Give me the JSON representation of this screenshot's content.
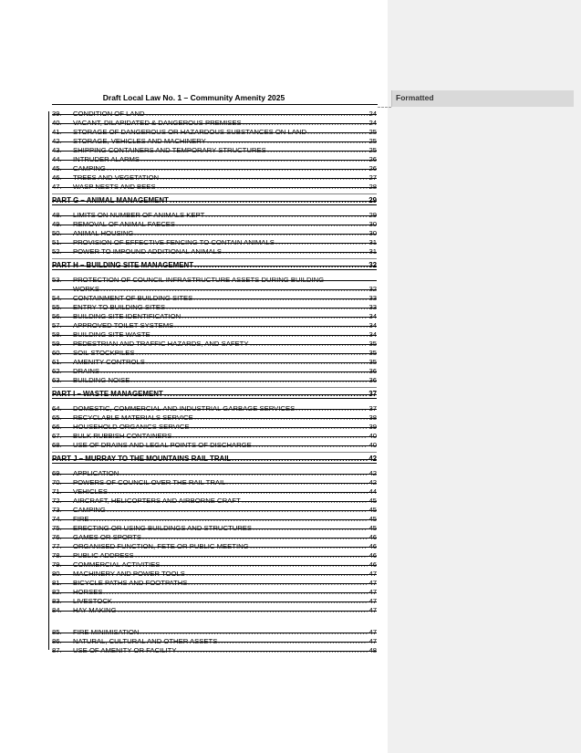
{
  "header": {
    "title": "Draft Local Law No. 1 – Community Amenity 2025"
  },
  "comment": {
    "label": "Formatted"
  },
  "toc": [
    {
      "num": "39.",
      "title": "CONDITION OF LAND",
      "page": "24"
    },
    {
      "num": "40.",
      "title": "VACANT, DILAPIDATED & DANGEROUS PREMISES",
      "page": "24"
    },
    {
      "num": "41.",
      "title": "STORAGE OF DANGEROUS OR HAZARDOUS SUBSTANCES ON LAND",
      "page": "25"
    },
    {
      "num": "42.",
      "title": "STORAGE, VEHICLES AND MACHINERY",
      "page": "25"
    },
    {
      "num": "43.",
      "title": "SHIPPING CONTAINERS AND TEMPORARY STRUCTURES",
      "page": "25"
    },
    {
      "num": "44.",
      "title": "INTRUDER ALARMS",
      "page": "26"
    },
    {
      "num": "45.",
      "title": "CAMPING",
      "page": "26"
    },
    {
      "num": "46.",
      "title": "TREES AND VEGETATION",
      "page": "27"
    },
    {
      "num": "47.",
      "title": "WASP NESTS AND BEES",
      "page": "28"
    },
    {
      "part": true,
      "title": "PART G – ANIMAL MANAGEMENT",
      "page": "29"
    },
    {
      "num": "48.",
      "title": "LIMITS ON NUMBER OF ANIMALS KEPT",
      "page": "29"
    },
    {
      "num": "49.",
      "title": "REMOVAL OF ANIMAL FAECES",
      "page": "30"
    },
    {
      "num": "50.",
      "title": "ANIMAL HOUSING",
      "page": "30"
    },
    {
      "num": "51.",
      "title": "PROVISION OF EFFECTIVE FENCING TO CONTAIN ANIMALS",
      "page": "31"
    },
    {
      "num": "52.",
      "title": "POWER TO IMPOUND ADDITIONAL ANIMALS",
      "page": "31"
    },
    {
      "part": true,
      "title": "PART H – BUILDING SITE MANAGEMENT",
      "page": "32"
    },
    {
      "num": "53.",
      "title": "PROTECTION OF COUNCIL INFRASTRUCTURE ASSETS DURING BUILDING",
      "cont": "WORKS",
      "page": "32"
    },
    {
      "num": "54.",
      "title": "CONTAINMENT OF BUILDING SITES",
      "page": "33"
    },
    {
      "num": "55.",
      "title": "ENTRY TO BUILDING SITES",
      "page": "33"
    },
    {
      "num": "56.",
      "title": "BUILDING SITE IDENTIFICATION",
      "page": "34"
    },
    {
      "num": "57.",
      "title": "APPROVED TOILET SYSTEMS",
      "page": "34"
    },
    {
      "num": "58.",
      "title": "BUILDING SITE WASTE",
      "page": "34"
    },
    {
      "num": "59.",
      "title": "PEDESTRIAN AND TRAFFIC HAZARDS, AND SAFETY",
      "page": "35"
    },
    {
      "num": "60.",
      "title": "SOIL STOCKPILES",
      "page": "35"
    },
    {
      "num": "61.",
      "title": "AMENITY CONTROLS",
      "page": "35"
    },
    {
      "num": "62.",
      "title": "DRAINS",
      "page": "36"
    },
    {
      "num": "63.",
      "title": "BUILDING NOISE",
      "page": "36"
    },
    {
      "part": true,
      "title": "PART I – WASTE MANAGEMENT",
      "page": "37"
    },
    {
      "num": "64.",
      "title": "DOMESTIC, COMMERCIAL AND INDUSTRIAL GARBAGE SERVICES",
      "page": "37"
    },
    {
      "num": "65.",
      "title": "RECYCLABLE MATERIALS SERVICE",
      "page": "38"
    },
    {
      "num": "66.",
      "title": "HOUSEHOLD ORGANICS SERVICE",
      "page": "39"
    },
    {
      "num": "67.",
      "title": "BULK RUBBISH CONTAINERS",
      "page": "40"
    },
    {
      "num": "68.",
      "title": "USE OF DRAINS AND LEGAL POINTS OF DISCHARGE",
      "page": "40"
    },
    {
      "part": true,
      "title": "PART J – MURRAY TO THE MOUNTAINS RAIL TRAIL",
      "page": "42"
    },
    {
      "num": "69.",
      "title": "APPLICATION",
      "page": "42"
    },
    {
      "num": "70.",
      "title": "POWERS OF COUNCIL OVER THE RAIL TRAIL",
      "page": "42"
    },
    {
      "num": "71.",
      "title": "VEHICLES",
      "page": "44"
    },
    {
      "num": "72.",
      "title": "AIRCRAFT, HELICOPTERS AND AIRBORNE CRAFT",
      "page": "45"
    },
    {
      "num": "73.",
      "title": "CAMPING",
      "page": "45"
    },
    {
      "num": "74.",
      "title": "FIRE",
      "page": "45"
    },
    {
      "num": "75.",
      "title": "ERECTING OR USING BUILDINGS AND STRUCTURES",
      "page": "45"
    },
    {
      "num": "76.",
      "title": "GAMES OR SPORTS",
      "page": "46"
    },
    {
      "num": "77.",
      "title": "ORGANISED FUNCTION, FETE OR PUBLIC MEETING",
      "page": "46"
    },
    {
      "num": "78.",
      "title": "PUBLIC ADDRESS",
      "page": "46"
    },
    {
      "num": "79.",
      "title": "COMMERCIAL ACTIVITIES",
      "page": "46"
    },
    {
      "num": "80.",
      "title": "MACHINERY AND POWER TOOLS",
      "page": "47"
    },
    {
      "num": "81.",
      "title": "BICYCLE PATHS AND FOOTPATHS",
      "page": "47"
    },
    {
      "num": "82.",
      "title": "HORSES",
      "page": "47"
    },
    {
      "num": "83.",
      "title": "LIVESTOCK",
      "page": "47"
    },
    {
      "num": "84.",
      "title": "HAY MAKING",
      "page": "47"
    },
    {
      "num": "85.",
      "title": "FIRE MINIMISATION",
      "page": "47"
    },
    {
      "num": "86.",
      "title": "NATURAL, CULTURAL AND OTHER ASSETS",
      "page": "47"
    },
    {
      "num": "87.",
      "title": "USE OF AMENITY OR FACILITY",
      "page": "48"
    }
  ]
}
